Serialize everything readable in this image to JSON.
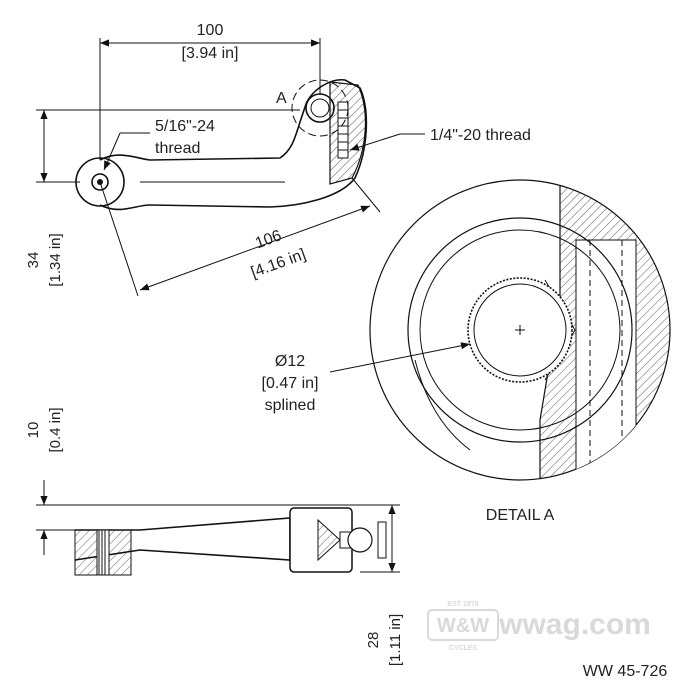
{
  "dimensions": {
    "width_mm": "100",
    "width_in": "[3.94 in]",
    "height_mm": "34",
    "height_in": "[1.34 in]",
    "diag_mm": "106",
    "diag_in": "[4.16 in]",
    "thick_mm": "10",
    "thick_in": "[0.4 in]",
    "depth_mm": "28",
    "depth_in": "[1.11 in]"
  },
  "callouts": {
    "thread_516_line1": "5/16\"-24",
    "thread_516_line2": "thread",
    "thread_14": "1/4\"-20 thread",
    "spline_line1": "Ø12",
    "spline_line2": "[0.47 in]",
    "spline_line3": "splined",
    "detail_marker": "A",
    "detail_title": "DETAIL A"
  },
  "watermark": {
    "logo": "W&W",
    "est": "EST 1979",
    "site": "wwag.com",
    "sub": "CYCLES"
  },
  "part_number": "WW 45-726"
}
